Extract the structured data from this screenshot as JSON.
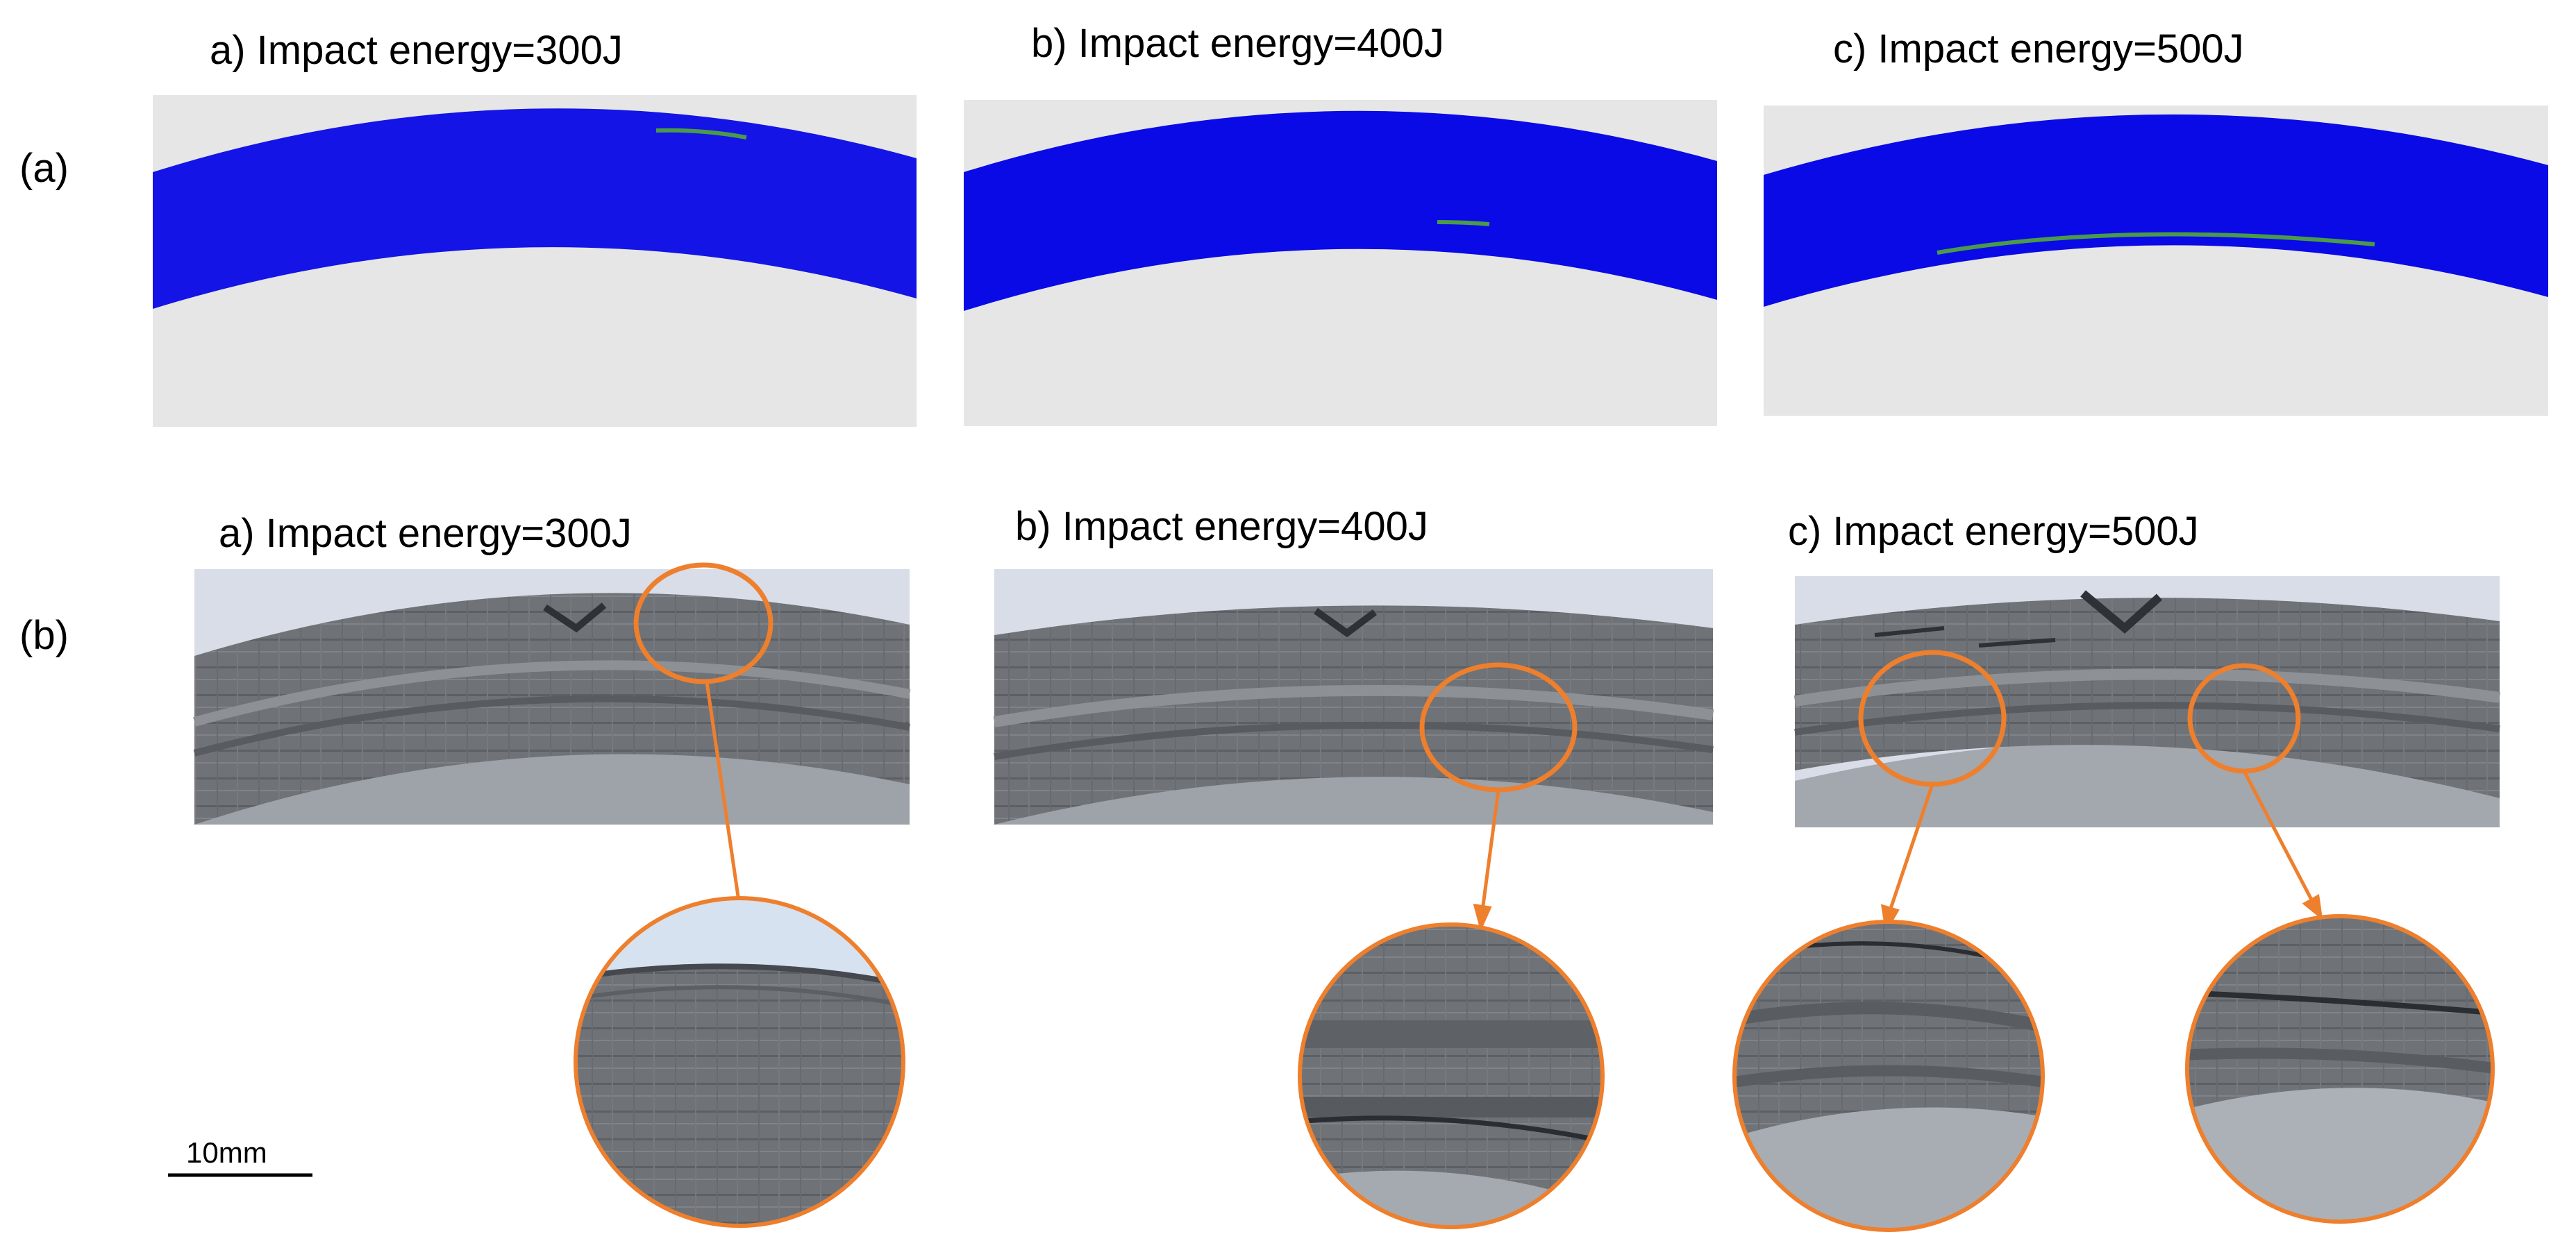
{
  "row_labels": {
    "a": "(a)",
    "b": "(b)"
  },
  "simulation_titles": [
    "a) Impact energy=300J",
    "b) Impact energy=400J",
    "c) Impact energy=500J"
  ],
  "specimen_titles": [
    "a) Impact energy=300J",
    "b) Impact energy=400J",
    "c) Impact energy=500J"
  ],
  "scale_bar": {
    "label": "10mm"
  },
  "colors": {
    "panel_background": "#e6e6e6",
    "simulated_shell": "#0a0ae6",
    "delamination_line": "#4a9a4a",
    "highlight": "#ee7f2d",
    "specimen_shell": "#6e7276",
    "specimen_background": "#d7dce8"
  }
}
